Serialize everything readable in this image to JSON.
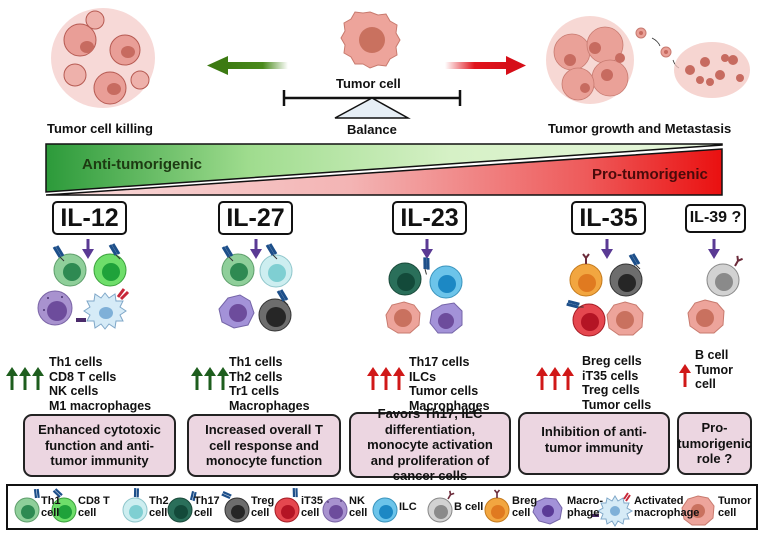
{
  "header": {
    "left_label": "Tumor cell killing",
    "center_label": "Tumor cell",
    "balance_label": "Balance",
    "right_label": "Tumor growth and Metastasis",
    "left_arrow_color": "#4a8a1c",
    "right_arrow_color": "#e0141c"
  },
  "gradient_bar": {
    "anti_label": "Anti-tumorigenic",
    "pro_label": "Pro-tumorigenic",
    "anti_color": "#2e9a3a",
    "pro_color": "#ea1515"
  },
  "cytokines": [
    {
      "name": "IL-12",
      "arrow_color": "#1e5e1e",
      "effects": [
        "Th1 cells",
        "CD8 T cells",
        "NK cells",
        "M1 macrophages"
      ],
      "function": "Enhanced cytotoxic function and anti-tumor immunity"
    },
    {
      "name": "IL-27",
      "arrow_color": "#1e5e1e",
      "effects": [
        "Th1 cells",
        "Th2 cells",
        "Tr1 cells",
        "Macrophages"
      ],
      "function": "Increased overall T cell response and monocyte function"
    },
    {
      "name": "IL-23",
      "arrow_color": "#d01818",
      "effects": [
        "Th17 cells",
        "ILCs",
        "Tumor cells",
        "Macrophages"
      ],
      "function": "Favors Th17, ILC differentiation, monocyte activation and proliferation of cancer cells"
    },
    {
      "name": "IL-35",
      "arrow_color": "#d01818",
      "effects": [
        "Breg cells",
        "iT35 cells",
        "Treg cells",
        "Tumor cells"
      ],
      "function": "Inhibition of anti-tumor immunity"
    },
    {
      "name": "IL-39 ?",
      "arrow_color": "#d01818",
      "effects": [
        "B cell",
        "Tumor",
        "cell"
      ],
      "function": "Pro-tumorigenic role ?"
    }
  ],
  "legend": [
    {
      "label": "Th1\ncell",
      "line1": "Th1",
      "line2": "cell",
      "color": "#8fcf9a",
      "nucleus": "#2e8a52",
      "icon": "th1-cell-icon"
    },
    {
      "label": "CD8 T cell",
      "line1": "CD8 T",
      "line2": "cell",
      "color": "#6ede6a",
      "nucleus": "#1fa23a",
      "icon": "cd8-t-cell-icon"
    },
    {
      "label": "Th2 cell",
      "line1": "Th2",
      "line2": "cell",
      "color": "#cdeef0",
      "nucleus": "#7fcfd2",
      "icon": "th2-cell-icon"
    },
    {
      "label": "Th17 cell",
      "line1": "Th17",
      "line2": "cell",
      "color": "#2a6f5a",
      "nucleus": "#134a3a",
      "icon": "th17-cell-icon"
    },
    {
      "label": "Treg cell",
      "line1": "Treg",
      "line2": "cell",
      "color": "#6d6d6d",
      "nucleus": "#262626",
      "icon": "treg-cell-icon"
    },
    {
      "label": "iT35 cell",
      "line1": "iT35",
      "line2": "cell",
      "color": "#e5474f",
      "nucleus": "#b41424",
      "icon": "it35-cell-icon"
    },
    {
      "label": "NK cell",
      "line1": "NK",
      "line2": "cell",
      "color": "#a892cf",
      "nucleus": "#6d4c9c",
      "icon": "nk-cell-icon"
    },
    {
      "label": "ILC",
      "line1": "ILC",
      "line2": "",
      "color": "#6cc4ea",
      "nucleus": "#1c88c4",
      "icon": "ilc-icon"
    },
    {
      "label": "B cell",
      "line1": "B cell",
      "line2": "",
      "color": "#d2d2d2",
      "nucleus": "#8a8a8a",
      "icon": "b-cell-icon"
    },
    {
      "label": "Breg cell",
      "line1": "Breg",
      "line2": "cell",
      "color": "#f2a640",
      "nucleus": "#e07a20",
      "icon": "breg-cell-icon"
    },
    {
      "label": "Macro-phage",
      "line1": "Macro-",
      "line2": "phage",
      "color": "#a392d8",
      "nucleus": "#5a3a96",
      "icon": "macrophage-icon"
    },
    {
      "label": "Activated macrophage",
      "line1": "Activated",
      "line2": "macrophage",
      "color": "#d6ebf7",
      "nucleus": "#7fb0d8",
      "icon": "activated-macrophage-icon"
    },
    {
      "label": "Tumor cell",
      "line1": "Tumor",
      "line2": "cell",
      "color": "#eda49b",
      "nucleus": "#c9715f",
      "icon": "tumor-cell-icon"
    }
  ],
  "colors": {
    "function_box_fill": "#ecd6e1",
    "cytokine_arrow": "#5a3a94",
    "tumor": "#eda49b",
    "tumor_nucleus": "#c9715f"
  }
}
